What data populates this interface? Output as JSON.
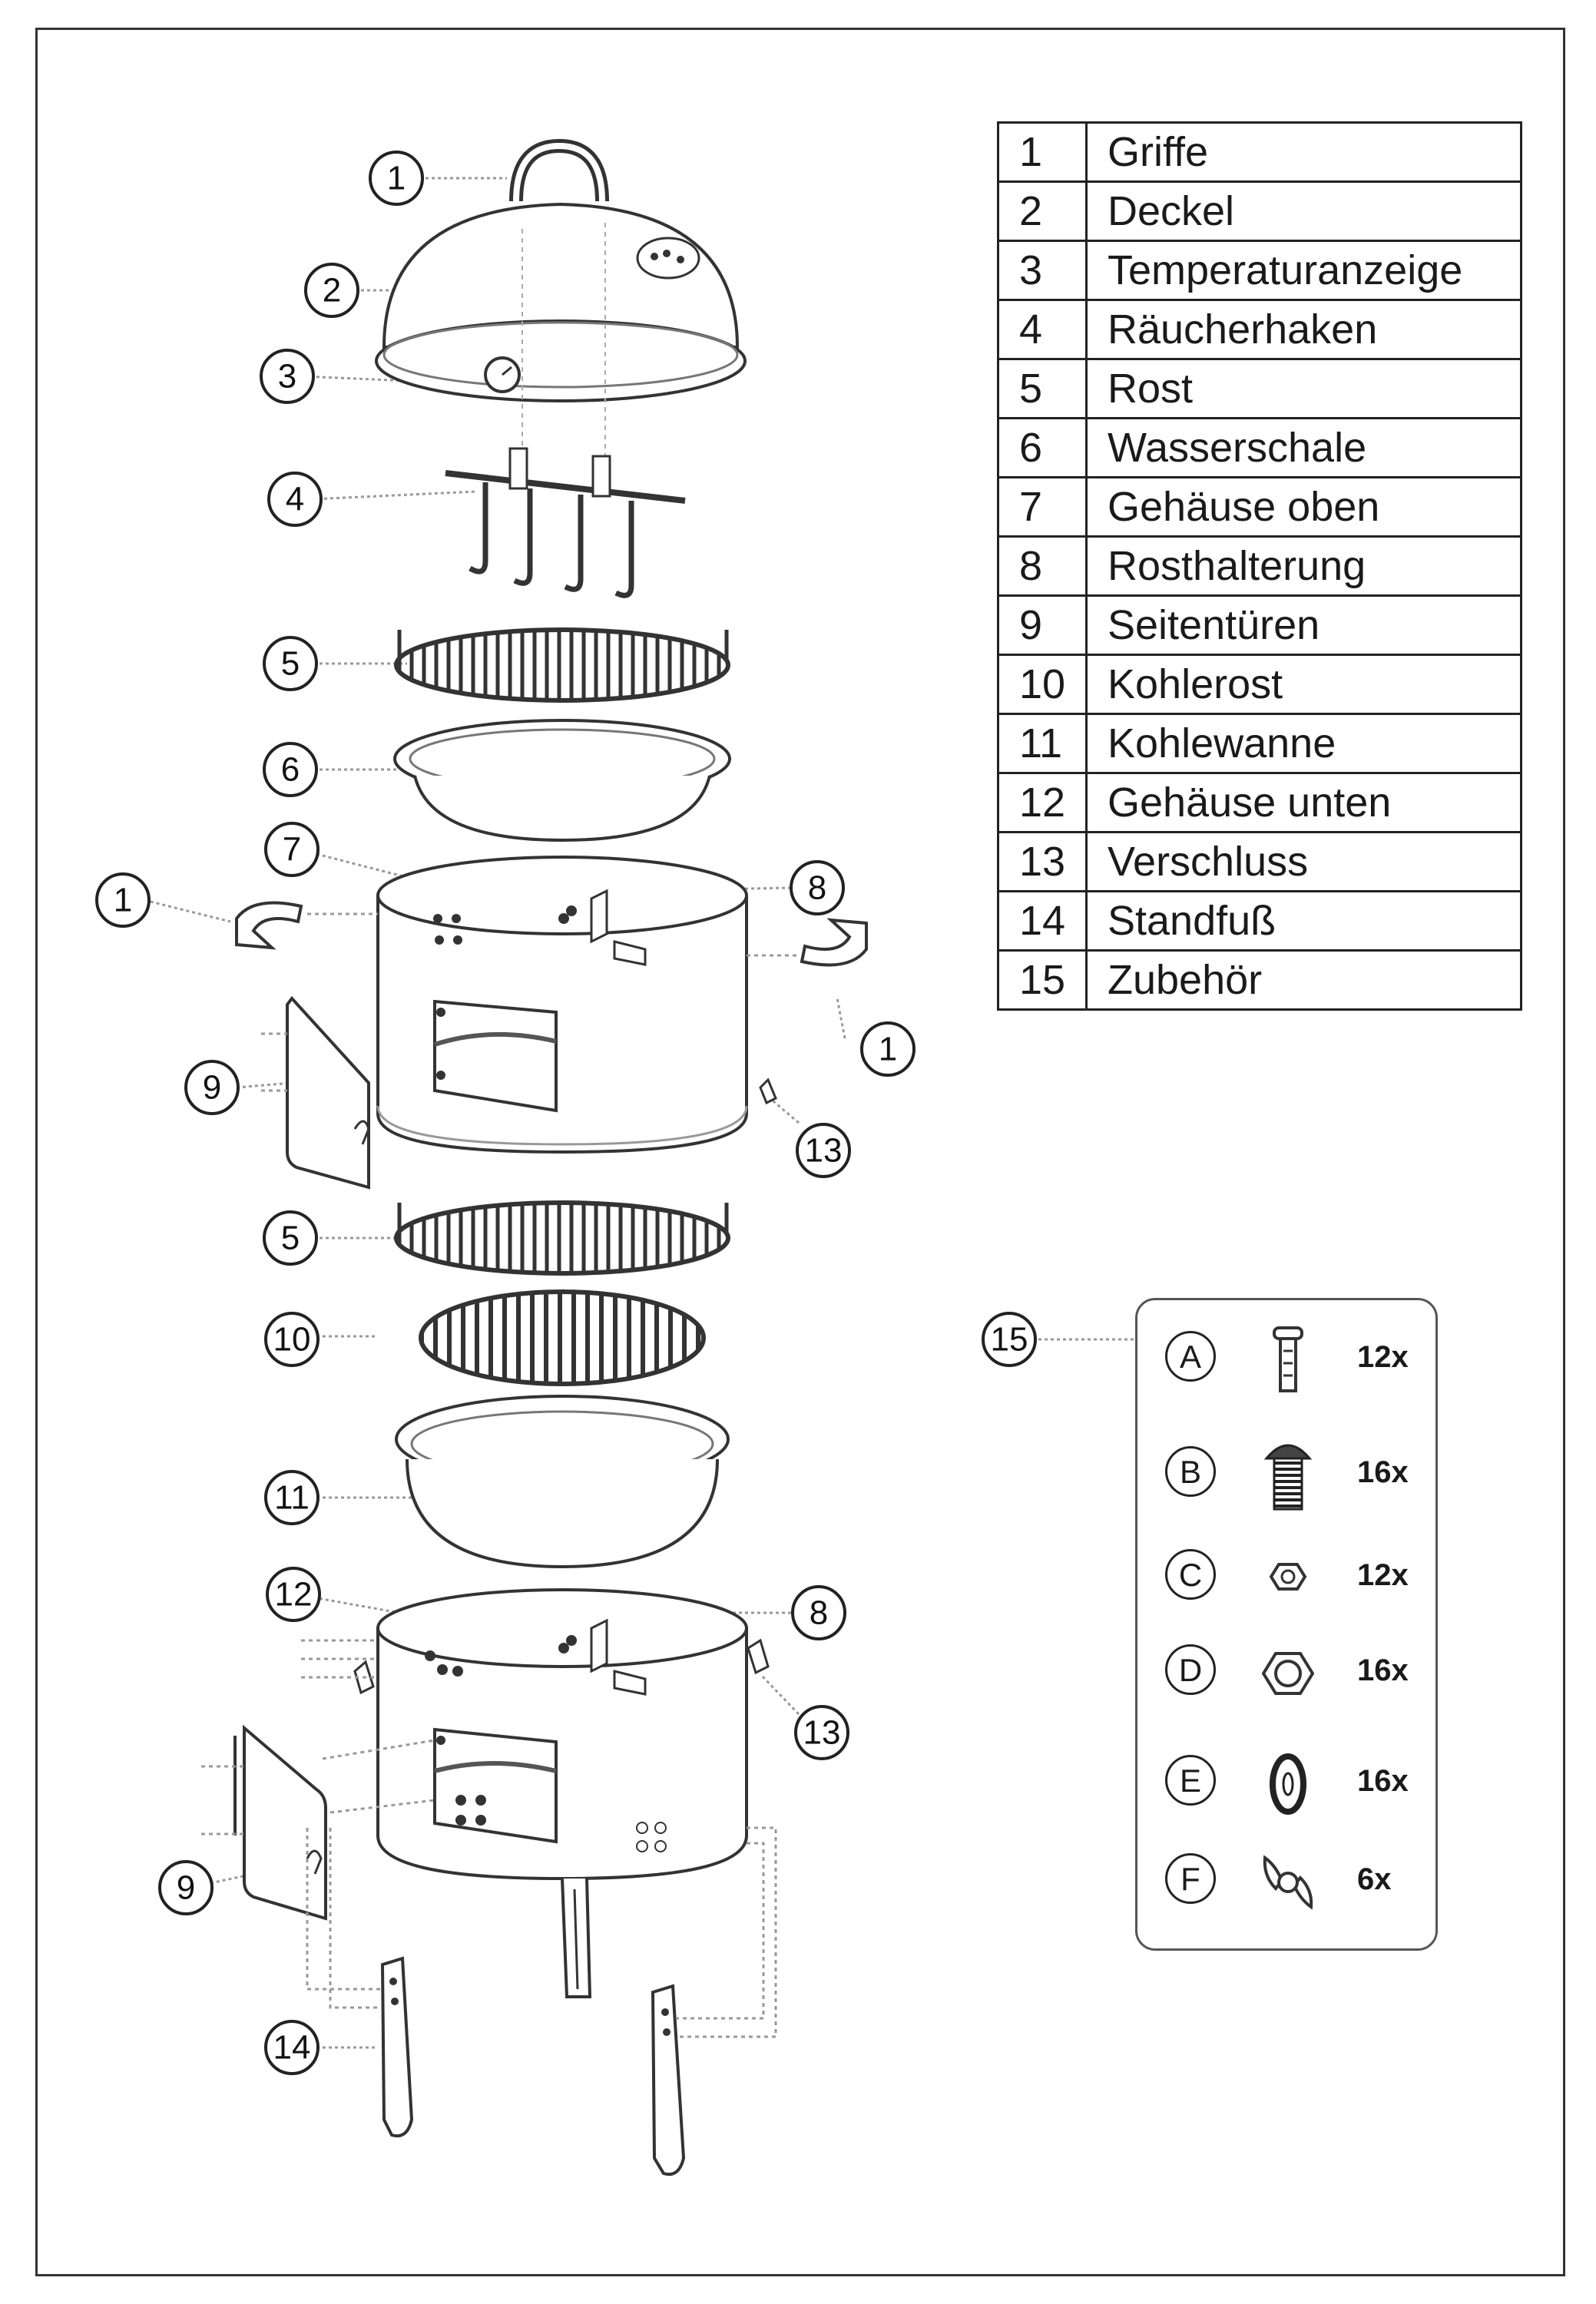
{
  "parts": [
    {
      "number": "1",
      "name": "Griffe"
    },
    {
      "number": "2",
      "name": "Deckel"
    },
    {
      "number": "3",
      "name": "Temperaturanzeige"
    },
    {
      "number": "4",
      "name": "Räucherhaken"
    },
    {
      "number": "5",
      "name": "Rost"
    },
    {
      "number": "6",
      "name": "Wasserschale"
    },
    {
      "number": "7",
      "name": "Gehäuse oben"
    },
    {
      "number": "8",
      "name": "Rosthalterung"
    },
    {
      "number": "9",
      "name": "Seitentüren"
    },
    {
      "number": "10",
      "name": "Kohlerost"
    },
    {
      "number": "11",
      "name": "Kohlewanne"
    },
    {
      "number": "12",
      "name": "Gehäuse unten"
    },
    {
      "number": "13",
      "name": "Verschluss"
    },
    {
      "number": "14",
      "name": "Standfuß"
    },
    {
      "number": "15",
      "name": "Zubehör"
    }
  ],
  "accessories": [
    {
      "letter": "A",
      "qty": "12x",
      "icon": "bolt-icon"
    },
    {
      "letter": "B",
      "qty": "16x",
      "icon": "screw-icon"
    },
    {
      "letter": "C",
      "qty": "12x",
      "icon": "cap-nut-icon"
    },
    {
      "letter": "D",
      "qty": "16x",
      "icon": "hex-nut-icon"
    },
    {
      "letter": "E",
      "qty": "16x",
      "icon": "washer-icon"
    },
    {
      "letter": "F",
      "qty": "6x",
      "icon": "wing-nut-icon"
    }
  ],
  "callouts": [
    "1",
    "2",
    "3",
    "4",
    "5",
    "6",
    "7",
    "1",
    "8",
    "9",
    "1",
    "13",
    "5",
    "10",
    "11",
    "12",
    "8",
    "13",
    "9",
    "14",
    "15"
  ]
}
